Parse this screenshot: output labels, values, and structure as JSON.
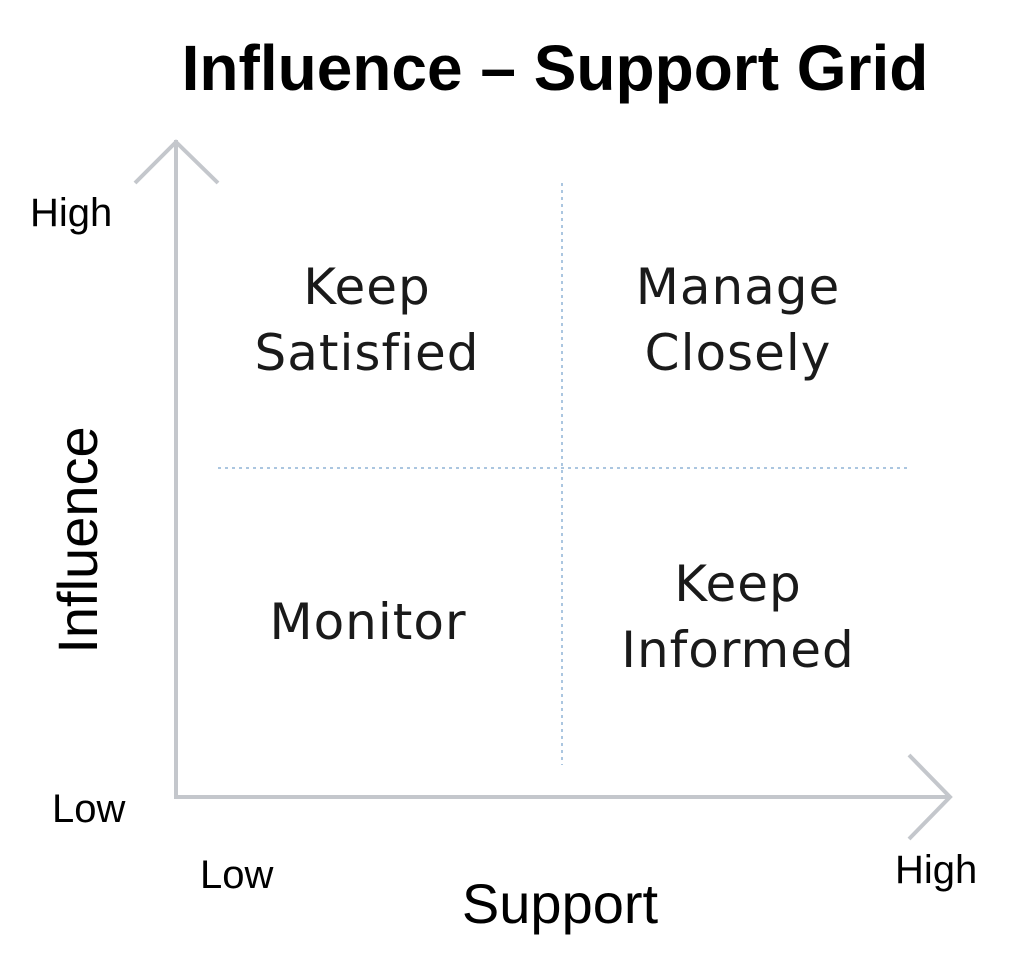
{
  "title": "Influence – Support Grid",
  "axes": {
    "y_title": "Influence",
    "y_high": "High",
    "y_low": "Low",
    "x_title": "Support",
    "x_low": "Low",
    "x_high": "High"
  },
  "quadrants": {
    "top_left": [
      "Keep",
      "Satisfied"
    ],
    "top_right": [
      "Manage",
      "Closely"
    ],
    "bottom_left": [
      "Monitor"
    ],
    "bottom_right": [
      "Keep",
      "Informed"
    ]
  },
  "colors": {
    "axis": "#c4c7cc",
    "divider": "#8fb4d6",
    "text": "#000000"
  }
}
